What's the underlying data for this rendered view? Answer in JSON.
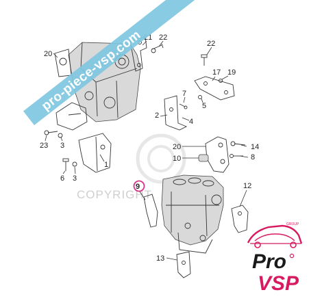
{
  "watermark": {
    "banner_text": "pro-piece-vsp.com",
    "copyright_text": "COPYRIGHT",
    "banner_color": "#7fc7df",
    "copyright_color": "#c8c8c8"
  },
  "logo": {
    "top_text": "Pro",
    "bottom_text": "VSP",
    "group_text": "GROUP",
    "color": "#d81b60",
    "text_color": "#1a1a1a"
  },
  "highlight_color": "#d6338c",
  "callouts": [
    {
      "id": "c20a",
      "label": "20"
    },
    {
      "id": "c21",
      "label": "21"
    },
    {
      "id": "c22a",
      "label": "22"
    },
    {
      "id": "c22b",
      "label": "22"
    },
    {
      "id": "c17",
      "label": "17"
    },
    {
      "id": "c19",
      "label": "19"
    },
    {
      "id": "c5",
      "label": "5"
    },
    {
      "id": "c7",
      "label": "7"
    },
    {
      "id": "c2",
      "label": "2"
    },
    {
      "id": "c4",
      "label": "4"
    },
    {
      "id": "c23",
      "label": "23"
    },
    {
      "id": "c3a",
      "label": "3"
    },
    {
      "id": "c1",
      "label": "1"
    },
    {
      "id": "c6",
      "label": "6"
    },
    {
      "id": "c3b",
      "label": "3"
    },
    {
      "id": "c20b",
      "label": "20"
    },
    {
      "id": "c14",
      "label": "14"
    },
    {
      "id": "c10",
      "label": "10"
    },
    {
      "id": "c8",
      "label": "8"
    },
    {
      "id": "c9",
      "label": "9"
    },
    {
      "id": "c12",
      "label": "12"
    },
    {
      "id": "c13",
      "label": "13"
    }
  ]
}
